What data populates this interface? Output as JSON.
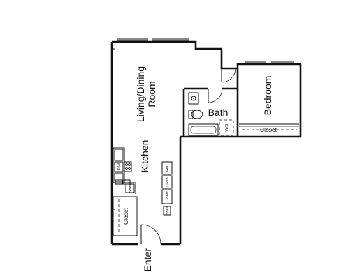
{
  "plan": {
    "rooms": {
      "living_dining": [
        "Living/Dining",
        "Room"
      ],
      "kitchen": "Kitchen",
      "bath": "Bath",
      "bedroom": "Bedroom"
    },
    "fixtures": {
      "bedroom_closet": "Closet",
      "entry_closet": "Closet",
      "kitchen_closet": "Closet",
      "washer_dryer": "W/D",
      "dishwasher": "D/W",
      "oven": "Oven",
      "refrigerator": "Ref.",
      "shelf_a": "Shelf",
      "shelf_b": "Shelf"
    },
    "entrance": "Enter"
  }
}
